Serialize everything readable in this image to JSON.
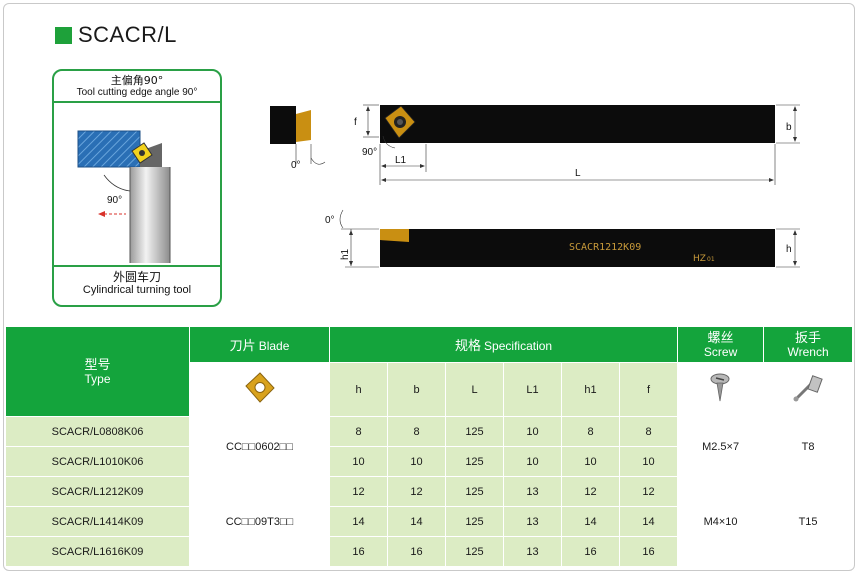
{
  "title": "SCACR/L",
  "diagram": {
    "top_cn": "主偏角90°",
    "top_en": "Tool cutting edge angle 90°",
    "angle_label": "90°",
    "bottom_cn": "外圆车刀",
    "bottom_en": "Cylindrical turning tool"
  },
  "drawing": {
    "angle_0_top": "0°",
    "angle_90": "90°",
    "label_f": "f",
    "label_L1": "L1",
    "label_L": "L",
    "label_b": "b",
    "angle_0_side": "0°",
    "label_h1": "h1",
    "label_h": "h",
    "engraving": "SCACR1212K09",
    "brand": "HZ",
    "brand_sub": "01"
  },
  "table": {
    "type_cn": "型号",
    "type_en": "Type",
    "blade_cn": "刀片",
    "blade_en": "Blade",
    "spec_cn": "规格",
    "spec_en": "Specification",
    "screw_cn": "螺丝",
    "screw_en": "Screw",
    "wrench_cn": "扳手",
    "wrench_en": "Wrench",
    "columns": [
      "h",
      "b",
      "L",
      "L1",
      "h1",
      "f"
    ],
    "rows": [
      {
        "type": "SCACR/L0808K06",
        "h": "8",
        "b": "8",
        "L": "125",
        "L1": "10",
        "h1": "8",
        "f": "8"
      },
      {
        "type": "SCACR/L1010K06",
        "h": "10",
        "b": "10",
        "L": "125",
        "L1": "10",
        "h1": "10",
        "f": "10"
      },
      {
        "type": "SCACR/L1212K09",
        "h": "12",
        "b": "12",
        "L": "125",
        "L1": "13",
        "h1": "12",
        "f": "12"
      },
      {
        "type": "SCACR/L1414K09",
        "h": "14",
        "b": "14",
        "L": "125",
        "L1": "13",
        "h1": "14",
        "f": "14"
      },
      {
        "type": "SCACR/L1616K09",
        "h": "16",
        "b": "16",
        "L": "125",
        "L1": "13",
        "h1": "16",
        "f": "16"
      }
    ],
    "blade_groups": [
      "CC□□0602□□",
      "CC□□09T3□□"
    ],
    "screw_groups": [
      "M2.5×7",
      "M4×10"
    ],
    "wrench_groups": [
      "T8",
      "T15"
    ]
  },
  "colors": {
    "accent_green": "#14a43c",
    "light_green": "#dcecc4",
    "insert_gold": "#d9a21c"
  }
}
